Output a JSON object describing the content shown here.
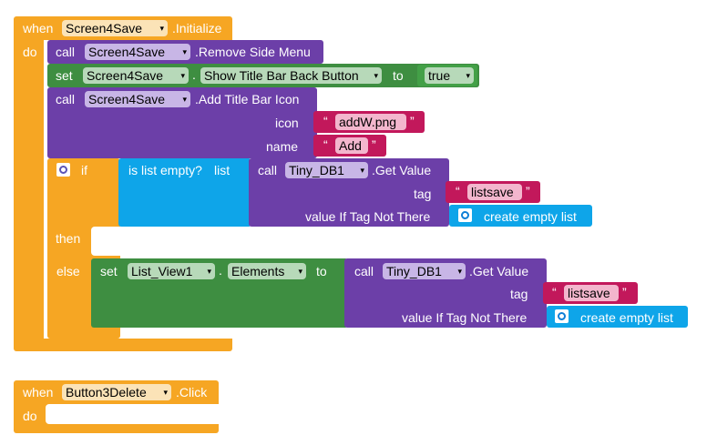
{
  "event1": {
    "when_label": "when",
    "component": "Screen4Save",
    "event": ".Initialize",
    "do_label": "do"
  },
  "remove_menu": {
    "call_label": "call",
    "component": "Screen4Save",
    "method": ".Remove Side Menu"
  },
  "set_titlebar": {
    "set_label": "set",
    "component": "Screen4Save",
    "dot": ".",
    "property": "Show Title Bar Back Button",
    "to_label": "to",
    "value": "true"
  },
  "add_icon": {
    "call_label": "call",
    "component": "Screen4Save",
    "method": ".Add Title Bar Icon",
    "icon_label": "icon",
    "icon_value": "addW.png",
    "name_label": "name",
    "name_value": "Add"
  },
  "if_block": {
    "if_label": "if",
    "then_label": "then",
    "else_label": "else",
    "is_empty_label": "is list empty?",
    "list_label": "list"
  },
  "get_value_1": {
    "call_label": "call",
    "component": "Tiny_DB1",
    "method": ".Get Value",
    "tag_label": "tag",
    "tag_value": "listsave",
    "default_label": "value If Tag Not There",
    "default_value": "create empty list"
  },
  "set_elements": {
    "set_label": "set",
    "component": "List_View1",
    "dot": ".",
    "property": "Elements",
    "to_label": "to"
  },
  "get_value_2": {
    "call_label": "call",
    "component": "Tiny_DB1",
    "method": ".Get Value",
    "tag_label": "tag",
    "tag_value": "listsave",
    "default_label": "value If Tag Not There",
    "default_value": "create empty list"
  },
  "event2": {
    "when_label": "when",
    "component": "Button3Delete",
    "event": ".Click",
    "do_label": "do"
  },
  "quote_open": "“",
  "quote_close": "”",
  "dropdown_arrow": "▾",
  "colors": {
    "event": "#f6a623",
    "method": "#6c3fa8",
    "setter": "#3e8e41",
    "text": "#c2185b",
    "list": "#0ea5e9",
    "logic": "#43a047"
  }
}
